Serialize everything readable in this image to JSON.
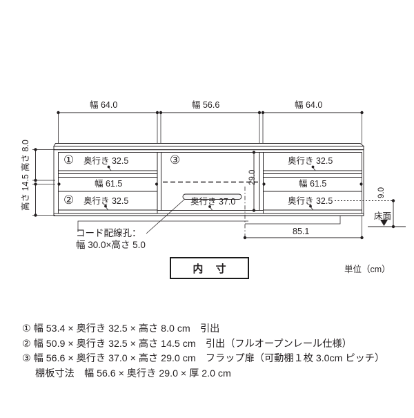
{
  "diagram": {
    "title_box": "内  寸",
    "units_note": "単位（cm）",
    "floor_label": "床面",
    "top_dimensions": [
      {
        "id": "left-width",
        "label": "幅 64.0"
      },
      {
        "id": "center-width",
        "label": "幅 56.6"
      },
      {
        "id": "right-width",
        "label": "幅 64.0"
      }
    ],
    "left_dimensions": [
      {
        "id": "height-upper",
        "label": "高さ 8.0"
      },
      {
        "id": "height-lower",
        "label": "高さ 14.5"
      }
    ],
    "right_dimensions": [
      {
        "id": "floor-clearance",
        "label": "9.0"
      }
    ],
    "bottom_dimensions": [
      {
        "id": "depth-85",
        "label": "85.1"
      }
    ],
    "center_dimensions": [
      {
        "id": "center-height",
        "label": "29.0"
      }
    ],
    "compartments": {
      "left": {
        "marker": "①",
        "top_label": "奥行き 32.5",
        "mid_label": "幅 61.5",
        "bottom_marker": "②",
        "bottom_label": "奥行き 32.5"
      },
      "center": {
        "marker": "③",
        "depth_label": "奥行き 37.0"
      },
      "right": {
        "top_label": "奥行き 32.5",
        "mid_label": "幅 61.5",
        "bottom_label": "奥行き 32.5"
      }
    },
    "cord_hole": {
      "line1": "コード配線孔：",
      "line2": "幅 30.0×高さ 5.0"
    }
  },
  "specs": {
    "lines": [
      "① 幅 53.4 × 奥行き 32.5 × 高さ 8.0 cm　引出",
      "② 幅 50.9 × 奥行き 32.5 × 高さ 14.5 cm　引出（フルオープンレール仕様）",
      "③ 幅 56.6 × 奥行き 37.0 × 高さ 29.0 cm　フラップ扉（可動棚１枚 3.0cm ピッチ）",
      "棚板寸法　幅 56.6 × 奥行き 29.0 × 厚 2.0 cm"
    ]
  },
  "colors": {
    "line": "#231f20",
    "panel_light": "#e9e9ea",
    "panel_mid": "#d4d4d6",
    "panel_dark": "#c6c6c8",
    "top_face": "#f2f2f3"
  }
}
